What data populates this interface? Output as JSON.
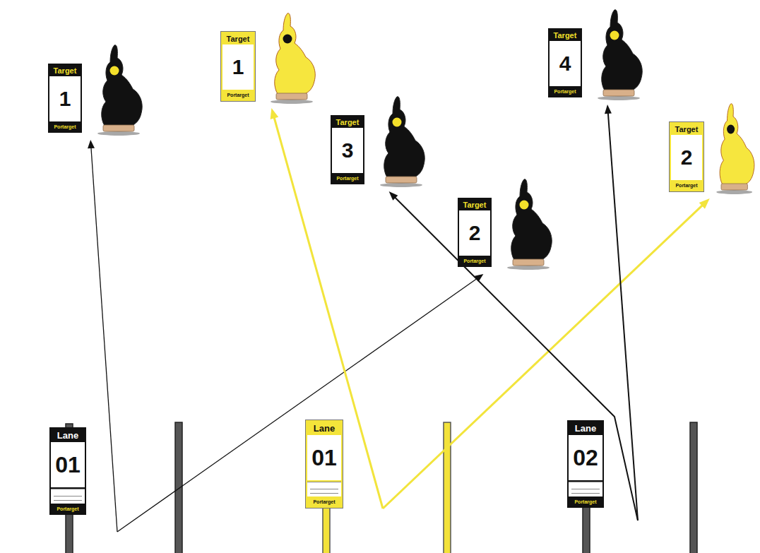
{
  "diagram": {
    "nodes": [
      {
        "text": [
          "Target",
          "1",
          "Portarget"
        ]
      },
      {
        "text": [
          "Target",
          "1",
          "Portarget"
        ]
      },
      {
        "text": [
          "Target",
          "4",
          "Portarget"
        ]
      },
      {
        "text": [
          "Target",
          "3",
          "Portarget"
        ]
      },
      {
        "text": [
          "Target",
          "2",
          "Portarget"
        ]
      },
      {
        "text": [
          "Target",
          "2",
          "Portarget"
        ]
      },
      {
        "text": [
          "Lane",
          "01",
          "Portarget"
        ]
      },
      {
        "text": [
          "Lane",
          "01",
          "Portarget"
        ]
      },
      {
        "text": [
          "Lane",
          "02",
          "Portarget"
        ]
      }
    ],
    "edges": [
      {
        "from": 6,
        "to": 0,
        "arrow": "to"
      },
      {
        "from": 6,
        "to": 5,
        "arrow": "to"
      },
      {
        "from": 7,
        "to": 1,
        "arrow": "to"
      },
      {
        "from": 7,
        "to": 4,
        "arrow": "to"
      },
      {
        "from": 8,
        "to": 3,
        "arrow": "to"
      },
      {
        "from": 8,
        "to": 2,
        "arrow": "to"
      }
    ]
  }
}
